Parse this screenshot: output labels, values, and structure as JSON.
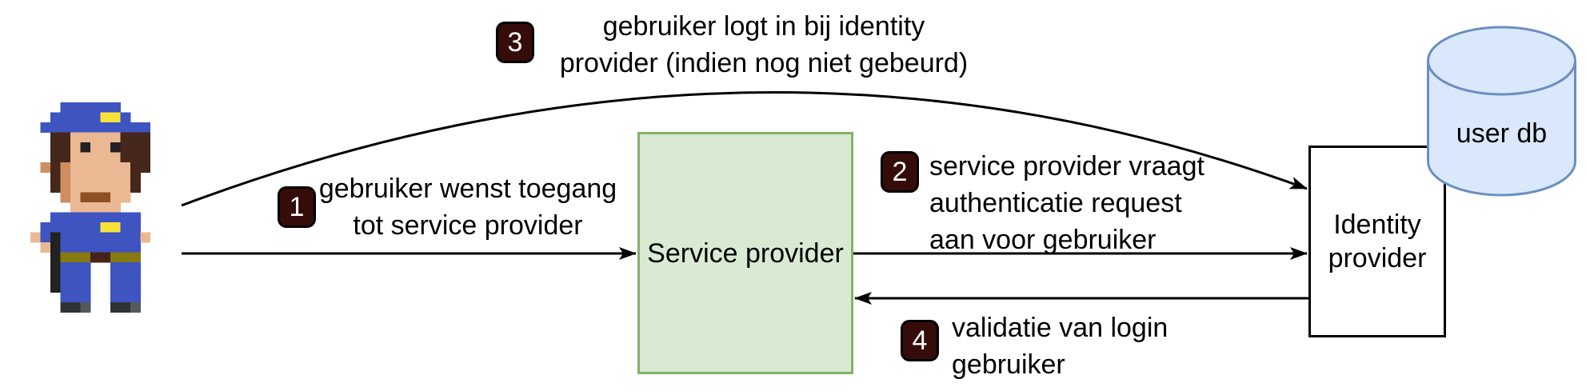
{
  "nodes": {
    "service_provider": {
      "label": "Service provider",
      "fill": "#d9ead3",
      "stroke": "#82b366"
    },
    "identity_provider": {
      "lines": [
        "Identity",
        "provider"
      ],
      "fill": "#ffffff",
      "stroke": "#000000"
    },
    "user_db": {
      "label": "user db",
      "fill": "#dae8fc",
      "stroke": "#6c8ebf"
    }
  },
  "steps": [
    {
      "number": "1",
      "lines": [
        "gebruiker wenst toegang",
        "tot service provider"
      ]
    },
    {
      "number": "2",
      "lines": [
        "service provider vraagt",
        "authenticatie request",
        "aan voor gebruiker"
      ]
    },
    {
      "number": "3",
      "lines": [
        "gebruiker logt in bij identity",
        "provider (indien nog niet gebeurd)"
      ]
    },
    {
      "number": "4",
      "lines": [
        "validatie van login",
        "gebruiker"
      ]
    }
  ],
  "badge_style": {
    "fill": "#350c09",
    "border": "#000000",
    "text_color": "#ffffff"
  },
  "connector_color": "#000000",
  "actor": {
    "icon": "pixel-police-user",
    "pixel_art": {
      "cell": 12.5,
      "palette": {
        "B": "#3d54c1",
        "Y": "#f8e23a",
        "S": "#eab893",
        "D": "#cf8d60",
        "H": "#45271b",
        "K": "#242021",
        "M": "#8d5022",
        "O": "#87790f",
        "R": "#45231a",
        "T": "#222222",
        "G": "#2f3336",
        "L": "#56595c"
      },
      "grid": [
        "...BBBBBB...",
        "..BBBBBYYB..",
        ".BBBBBBBBBBB",
        "..HHSSSSSHHH",
        "..HHSKSSKHHH",
        "..HHSSSSSHHH",
        ".DHDSSSSSSHH",
        "..HDSSSSSSH.",
        "..HDSSSSSSH.",
        "...DSMMMSS..",
        "....SSSSS...",
        "..BBBBBBBBB.",
        ".BBBBBBYYBB.",
        "SBTBBBBBBBBS",
        ".STBBBBBBBB.",
        "..TOOORROOO.",
        "..TBBB..BBB.",
        "..TBBB..BBB.",
        "..TBBB..BBB.",
        "...BBB..BBB.",
        "...GGL..GGL."
      ]
    }
  }
}
